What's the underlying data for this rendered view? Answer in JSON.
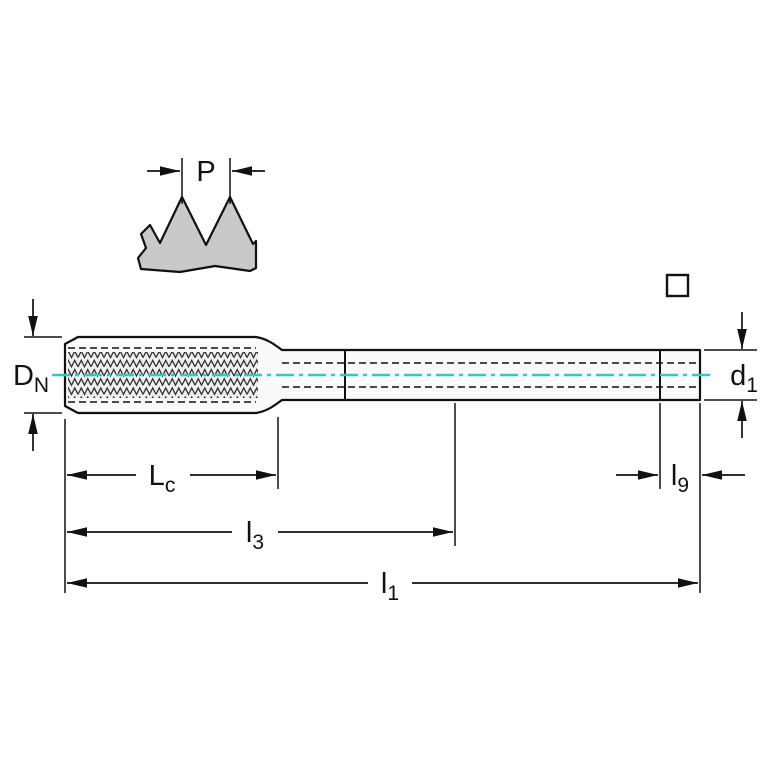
{
  "diagram": {
    "labels": {
      "p": "P",
      "dn": {
        "main": "D",
        "sub": "N"
      },
      "d1": {
        "main": "d",
        "sub": "1"
      },
      "lc": {
        "main": "L",
        "sub": "c"
      },
      "l3": {
        "main": "l",
        "sub": "3"
      },
      "l1": {
        "main": "l",
        "sub": "1"
      },
      "l9": {
        "main": "l",
        "sub": "9"
      }
    },
    "colors": {
      "centerline": "#2BC9C9",
      "line": "#111111",
      "detail_fill": "#c9c9c9",
      "body_fill": "#fafafa"
    }
  }
}
